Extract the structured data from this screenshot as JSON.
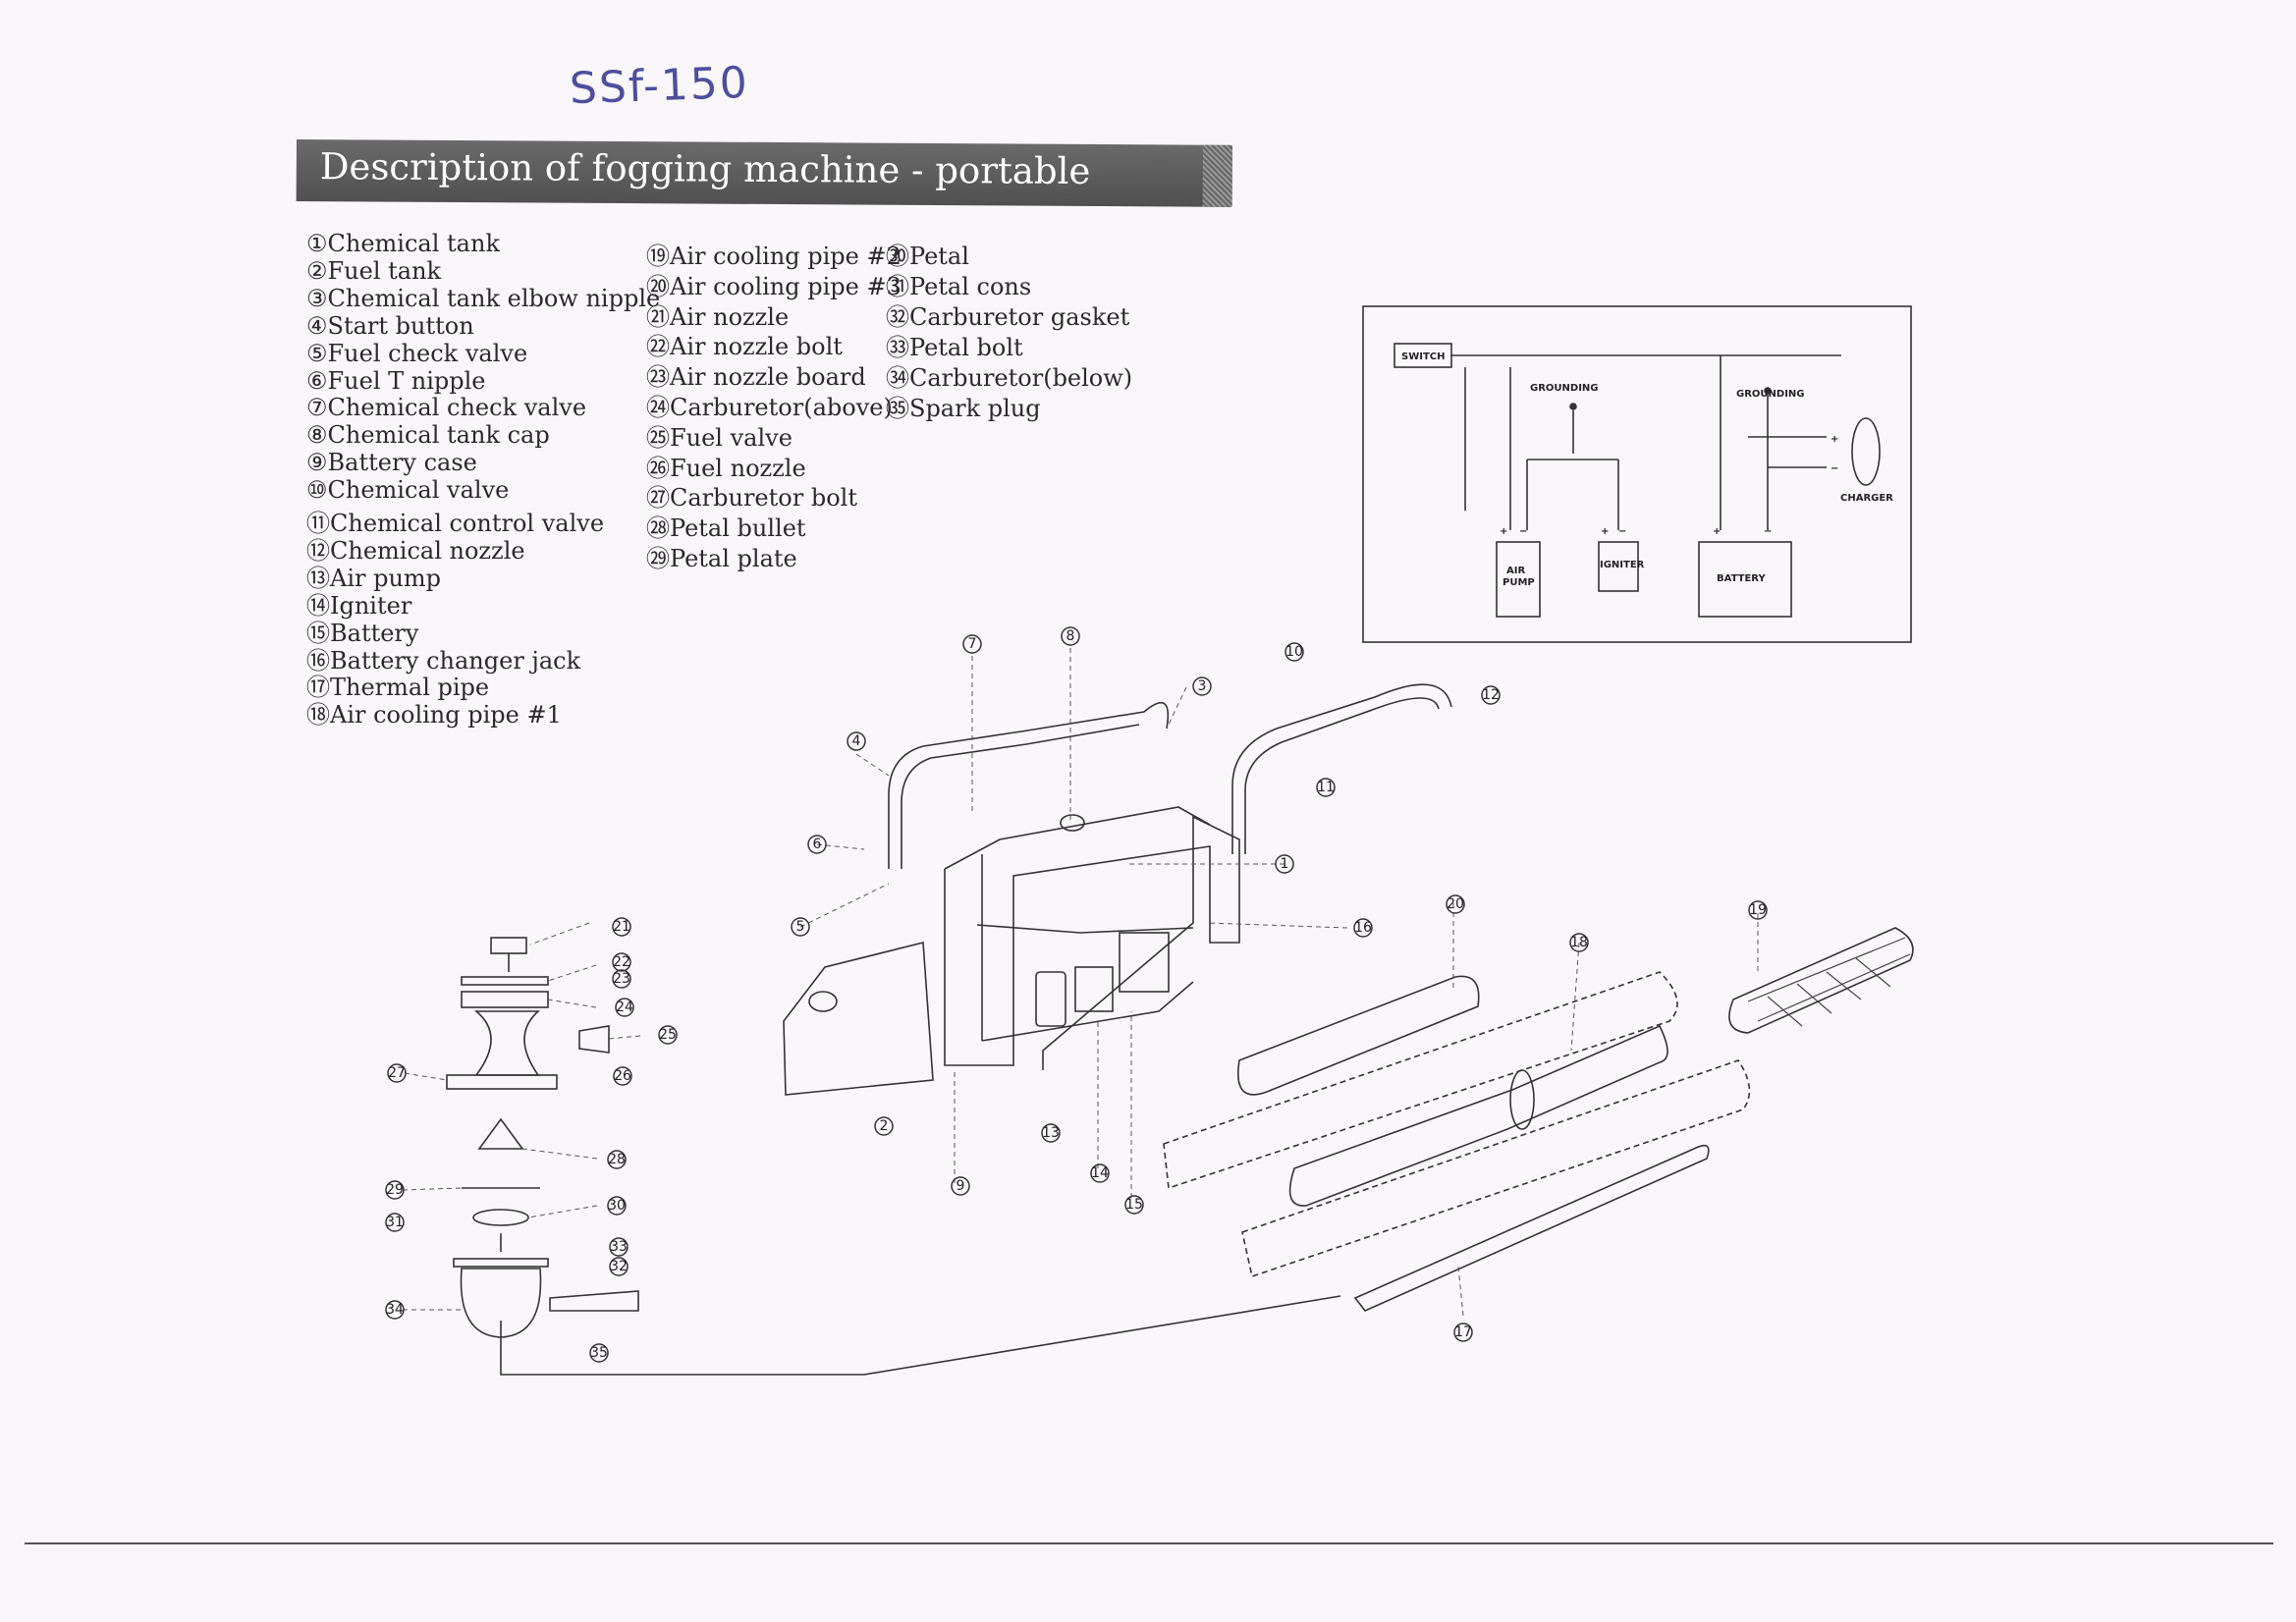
{
  "handwritten_label": "SSf-150",
  "title": "Description of fogging machine - portable",
  "parts": {
    "col1": [
      "①Chemical tank",
      "②Fuel tank",
      "③Chemical tank elbow nipple",
      "④Start button",
      "⑤Fuel check valve",
      "⑥Fuel T nipple",
      "⑦Chemical check valve",
      "⑧Chemical tank cap",
      "⑨Battery case",
      "⑩Chemical valve",
      "⑪Chemical control valve",
      "⑫Chemical nozzle",
      "⑬Air pump",
      "⑭Igniter",
      "⑮Battery",
      "⑯Battery changer jack",
      "⑰Thermal pipe",
      "⑱Air cooling pipe #1"
    ],
    "col2": [
      "⑲Air cooling pipe #2",
      "⑳Air cooling pipe #3",
      "㉑Air nozzle",
      "㉒Air nozzle bolt",
      "㉓Air nozzle board",
      "㉔Carburetor(above)",
      "㉕Fuel valve",
      "㉖Fuel nozzle",
      "㉗Carburetor bolt",
      "㉘Petal bullet",
      "㉙Petal plate"
    ],
    "col3": [
      "㉚Petal",
      "㉛Petal cons",
      "㉜Carburetor gasket",
      "㉝Petal bolt",
      "㉞Carburetor(below)",
      "㉟Spark plug"
    ]
  },
  "wiring": {
    "switch": "SWITCH",
    "grounding_1": "GROUNDING",
    "grounding_2": "GROUNDING",
    "charger": "CHARGER",
    "air_pump_line1": "AIR",
    "air_pump_line2": "PUMP",
    "igniter": "IGNITER",
    "battery": "BATTERY",
    "plus": "+",
    "minus": "−"
  },
  "callouts": [
    "1",
    "2",
    "3",
    "4",
    "5",
    "6",
    "7",
    "8",
    "9",
    "10",
    "11",
    "12",
    "13",
    "14",
    "15",
    "16",
    "17",
    "18",
    "19",
    "20",
    "21",
    "22",
    "23",
    "24",
    "25",
    "26",
    "27",
    "28",
    "29",
    "30",
    "31",
    "32",
    "33",
    "34",
    "35"
  ]
}
